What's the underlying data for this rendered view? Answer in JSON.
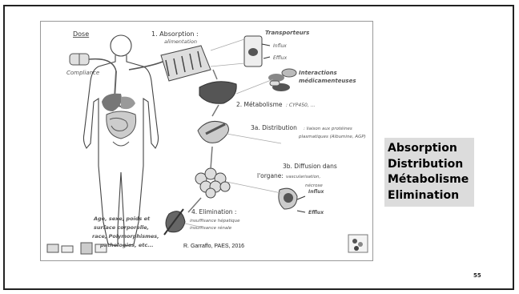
{
  "figure": {
    "dose_label": "Dose",
    "compliance_label": "Compliance",
    "absorption_title": "1. Absorption :",
    "absorption_sub": "alimentation",
    "transporters_title": "Transporteurs",
    "influx_label": "Influx",
    "efflux_label": "Efflux",
    "interactions_line1": "Interactions",
    "interactions_line2": "médicamenteuses",
    "metabolism_title": "2. Métabolisme",
    "metabolism_sub": ": CYP450, ...",
    "distribution_title": "3a. Distribution",
    "distribution_sub1": ": liaison aux protéines",
    "distribution_sub2": "plasmatiques (Albumine, AGP)",
    "diffusion_title": "3b. Diffusion dans",
    "organ_title": "l'organe:",
    "organ_sub1": "vascularisation,",
    "organ_sub2": "nécrose",
    "organ_influx": "Influx",
    "organ_efflux": "Efflux",
    "elimination_title": "4. Elimination :",
    "elimination_sub1": "insuffisance hépatique",
    "elimination_sub2": "insuffisance rénale",
    "factors_lines": [
      "Age, sexe, poids et",
      "surface corporelle,",
      "race, Polymorphismes,",
      "pathologies, etc..."
    ],
    "credit": "R. Garraffo, PAES, 2016"
  },
  "summary": [
    "Absorption",
    "Distribution",
    "Métabolisme",
    "Elimination"
  ],
  "page_number": "55",
  "colors": {
    "summary_bg": "#dcdcdc",
    "slide_border": "#222222"
  }
}
